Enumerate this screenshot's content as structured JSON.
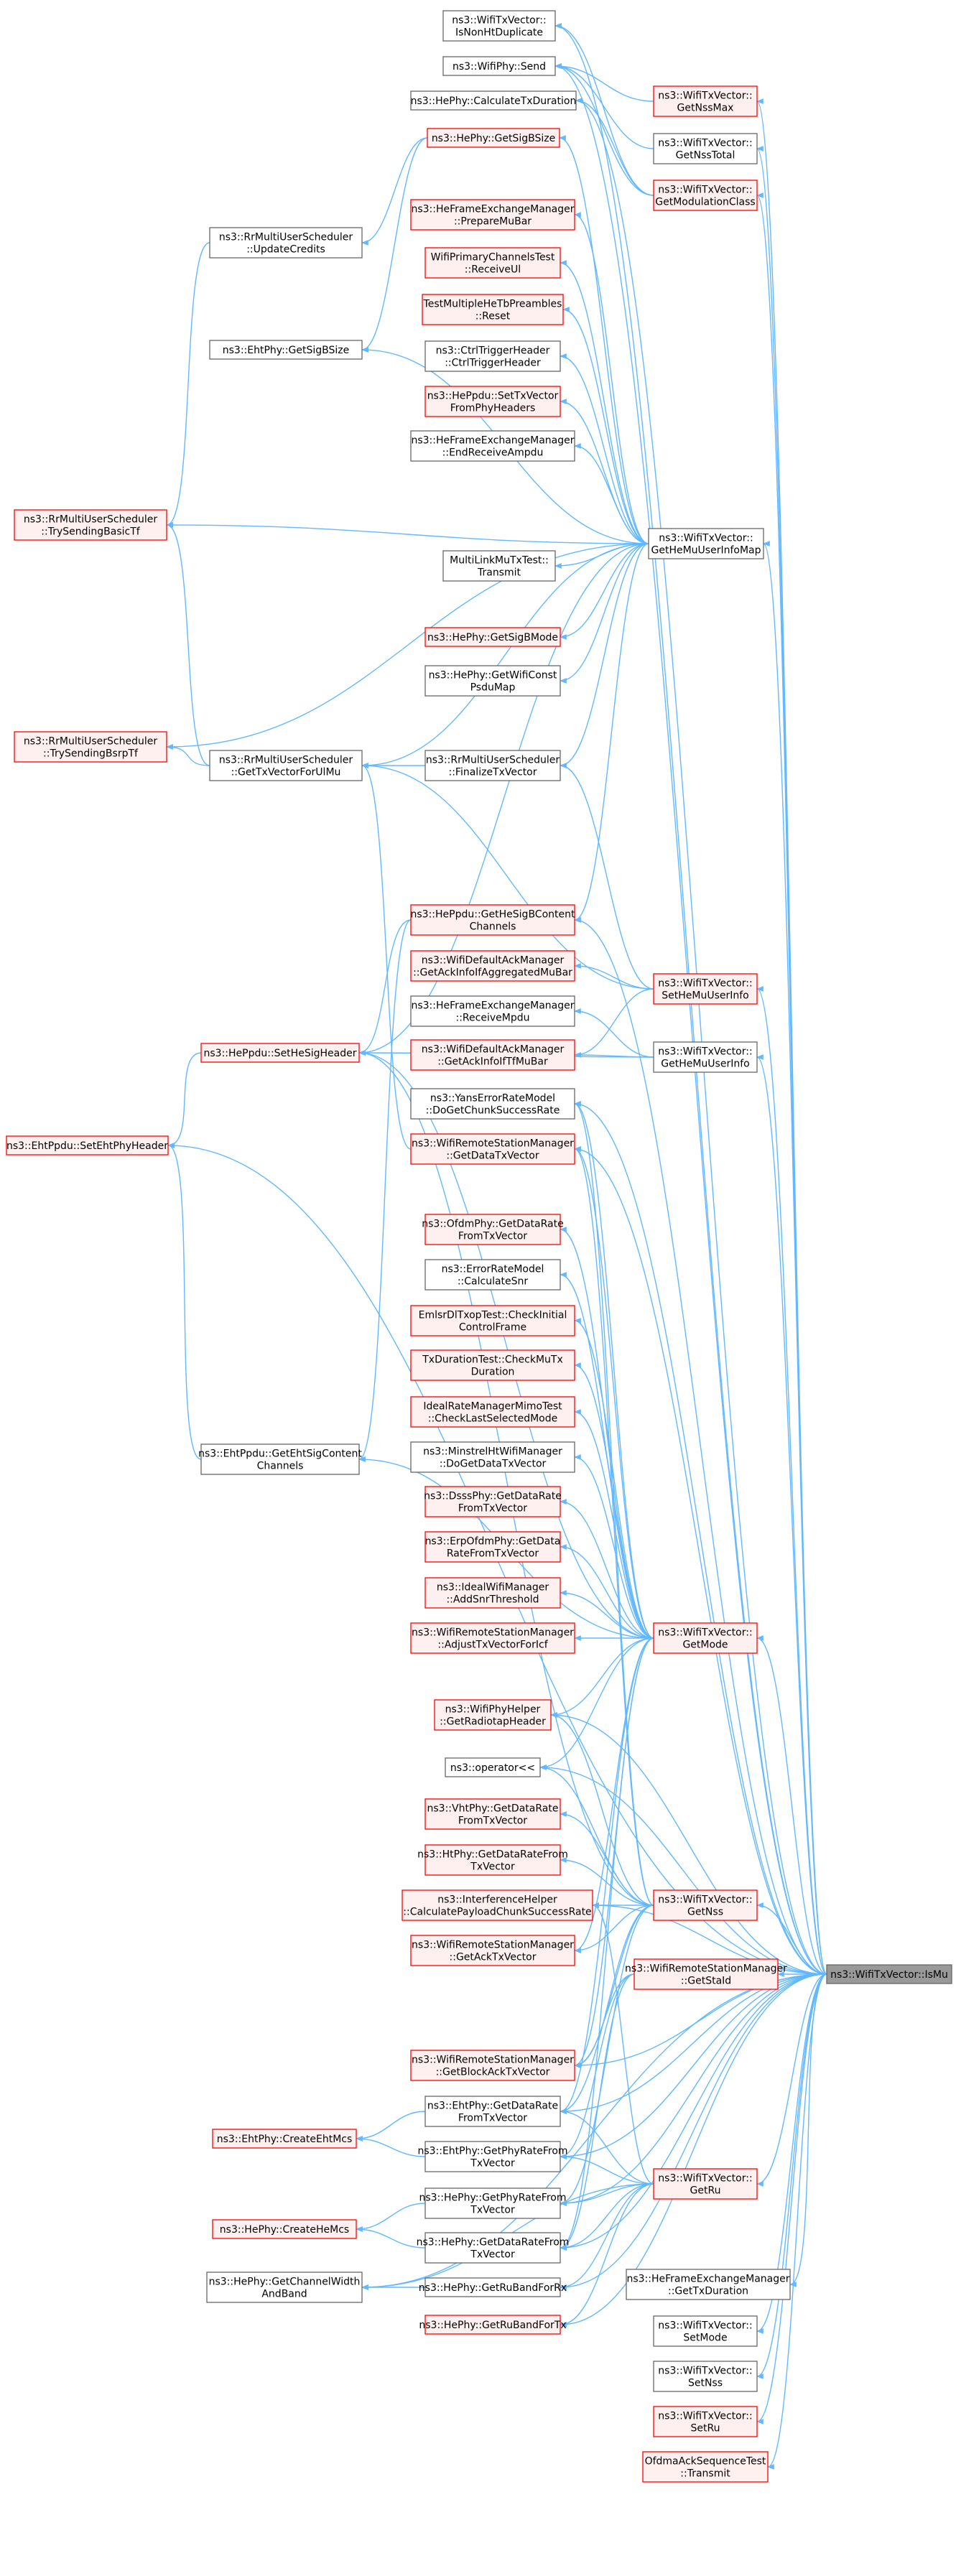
{
  "root": "ns3::WifiTxVector::IsMu",
  "colors": {
    "edge": "#63b8ff",
    "plain_border": "#666666",
    "plain_fill": "#ffffff",
    "red_border": "#ff0000",
    "red_fill": "#fff0f0",
    "root_border": "#666666",
    "root_fill": "#999999"
  },
  "nodes": [
    {
      "id": "isnonht",
      "lines": [
        "ns3::WifiTxVector::",
        "IsNonHtDuplicate"
      ],
      "style": "plain"
    },
    {
      "id": "wifiphysend",
      "lines": [
        "ns3::WifiPhy::Send"
      ],
      "style": "plain"
    },
    {
      "id": "getnssmax",
      "lines": [
        "ns3::WifiTxVector::",
        "GetNssMax"
      ],
      "style": "red"
    },
    {
      "id": "calctxdur",
      "lines": [
        "ns3::HePhy::CalculateTxDuration"
      ],
      "style": "plain"
    },
    {
      "id": "getnsstotal",
      "lines": [
        "ns3::WifiTxVector::",
        "GetNssTotal"
      ],
      "style": "plain"
    },
    {
      "id": "hegetsigbsize",
      "lines": [
        "ns3::HePhy::GetSigBSize"
      ],
      "style": "red"
    },
    {
      "id": "getmodclass",
      "lines": [
        "ns3::WifiTxVector::",
        "GetModulationClass"
      ],
      "style": "red"
    },
    {
      "id": "preparemubar",
      "lines": [
        "ns3::HeFrameExchangeManager",
        "::PrepareMuBar"
      ],
      "style": "red"
    },
    {
      "id": "updatecredits",
      "lines": [
        "ns3::RrMultiUserScheduler",
        "::UpdateCredits"
      ],
      "style": "plain"
    },
    {
      "id": "receiveul",
      "lines": [
        "WifiPrimaryChannelsTest",
        "::ReceiveUl"
      ],
      "style": "red"
    },
    {
      "id": "tmhtp",
      "lines": [
        "TestMultipleHeTbPreambles",
        "::Reset"
      ],
      "style": "red"
    },
    {
      "id": "ehtgetsigbsize",
      "lines": [
        "ns3::EhtPhy::GetSigBSize"
      ],
      "style": "plain"
    },
    {
      "id": "ctrltrig",
      "lines": [
        "ns3::CtrlTriggerHeader",
        "::CtrlTriggerHeader"
      ],
      "style": "plain"
    },
    {
      "id": "settxvector",
      "lines": [
        "ns3::HePpdu::SetTxVector",
        "FromPhyHeaders"
      ],
      "style": "red"
    },
    {
      "id": "endreceive",
      "lines": [
        "ns3::HeFrameExchangeManager",
        "::EndReceiveAmpdu"
      ],
      "style": "plain"
    },
    {
      "id": "trybasic",
      "lines": [
        "ns3::RrMultiUserScheduler",
        "::TrySendingBasicTf"
      ],
      "style": "red"
    },
    {
      "id": "getheuserinfo",
      "lines": [
        "ns3::WifiTxVector::",
        "GetHeMuUserInfoMap"
      ],
      "style": "plain"
    },
    {
      "id": "mlmutx",
      "lines": [
        "MultiLinkMuTxTest::",
        "Transmit"
      ],
      "style": "plain"
    },
    {
      "id": "getsigbmode",
      "lines": [
        "ns3::HePhy::GetSigBMode"
      ],
      "style": "red"
    },
    {
      "id": "getwificonst",
      "lines": [
        "ns3::HePhy::GetWifiConst",
        "PsduMap"
      ],
      "style": "plain"
    },
    {
      "id": "trybsrp",
      "lines": [
        "ns3::RrMultiUserScheduler",
        "::TrySendingBsrpTf"
      ],
      "style": "red"
    },
    {
      "id": "gettxvecul",
      "lines": [
        "ns3::RrMultiUserScheduler",
        "::GetTxVectorForUlMu"
      ],
      "style": "plain"
    },
    {
      "id": "finalize",
      "lines": [
        "ns3::RrMultiUserScheduler",
        "::FinalizeTxVector"
      ],
      "style": "plain"
    },
    {
      "id": "gethesigb",
      "lines": [
        "ns3::HePpdu::GetHeSigBContent",
        "Channels"
      ],
      "style": "red"
    },
    {
      "id": "getackinfo",
      "lines": [
        "ns3::WifiDefaultAckManager",
        "::GetAckInfoIfAggregatedMuBar"
      ],
      "style": "red"
    },
    {
      "id": "sethemuuser",
      "lines": [
        "ns3::WifiTxVector::",
        "SetHeMuUserInfo"
      ],
      "style": "red"
    },
    {
      "id": "receivempdu",
      "lines": [
        "ns3::HeFrameExchangeManager",
        "::ReceiveMpdu"
      ],
      "style": "plain"
    },
    {
      "id": "sethesig",
      "lines": [
        "ns3::HePpdu::SetHeSigHeader"
      ],
      "style": "red"
    },
    {
      "id": "getackinfotf",
      "lines": [
        "ns3::WifiDefaultAckManager",
        "::GetAckInfoIfTfMuBar"
      ],
      "style": "red"
    },
    {
      "id": "gethemuuser",
      "lines": [
        "ns3::WifiTxVector::",
        "GetHeMuUserInfo"
      ],
      "style": "plain"
    },
    {
      "id": "yanserr",
      "lines": [
        "ns3::YansErrorRateModel",
        "::DoGetChunkSuccessRate"
      ],
      "style": "plain"
    },
    {
      "id": "setehtphy",
      "lines": [
        "ns3::EhtPpdu::SetEhtPhyHeader"
      ],
      "style": "red"
    },
    {
      "id": "getdatatx",
      "lines": [
        "ns3::WifiRemoteStationManager",
        "::GetDataTxVector"
      ],
      "style": "red"
    },
    {
      "id": "ofdmdr",
      "lines": [
        "ns3::OfdmPhy::GetDataRate",
        "FromTxVector"
      ],
      "style": "red"
    },
    {
      "id": "calcsnr",
      "lines": [
        "ns3::ErrorRateModel",
        "::CalculateSnr"
      ],
      "style": "plain"
    },
    {
      "id": "emlsr",
      "lines": [
        "EmlsrDlTxopTest::CheckInitial",
        "ControlFrame"
      ],
      "style": "red"
    },
    {
      "id": "txdurtest",
      "lines": [
        "TxDurationTest::CheckMuTx",
        "Duration"
      ],
      "style": "red"
    },
    {
      "id": "idealmimo",
      "lines": [
        "IdealRateManagerMimoTest",
        "::CheckLastSelectedMode"
      ],
      "style": "red"
    },
    {
      "id": "minstrel",
      "lines": [
        "ns3::MinstrelHtWifiManager",
        "::DoGetDataTxVector"
      ],
      "style": "plain"
    },
    {
      "id": "dsssdr",
      "lines": [
        "ns3::DsssPhy::GetDataRate",
        "FromTxVector"
      ],
      "style": "red"
    },
    {
      "id": "erpofdm",
      "lines": [
        "ns3::ErpOfdmPhy::GetData",
        "RateFromTxVector"
      ],
      "style": "red"
    },
    {
      "id": "idealsnr",
      "lines": [
        "ns3::IdealWifiManager",
        "::AddSnrThreshold"
      ],
      "style": "red"
    },
    {
      "id": "ehtsigcont",
      "lines": [
        "ns3::EhtPpdu::GetEhtSigContent",
        "Channels"
      ],
      "style": "plain"
    },
    {
      "id": "adjusttx",
      "lines": [
        "ns3::WifiRemoteStationManager",
        "::AdjustTxVectorForIcf"
      ],
      "style": "red"
    },
    {
      "id": "getmode",
      "lines": [
        "ns3::WifiTxVector::",
        "GetMode"
      ],
      "style": "red"
    },
    {
      "id": "radiotap",
      "lines": [
        "ns3::WifiPhyHelper",
        "::GetRadiotapHeader"
      ],
      "style": "red"
    },
    {
      "id": "operator",
      "lines": [
        "ns3::operator<<"
      ],
      "style": "plain"
    },
    {
      "id": "vhtdr",
      "lines": [
        "ns3::VhtPhy::GetDataRate",
        "FromTxVector"
      ],
      "style": "red"
    },
    {
      "id": "htdr",
      "lines": [
        "ns3::HtPhy::GetDataRateFrom",
        "TxVector"
      ],
      "style": "red"
    },
    {
      "id": "interf",
      "lines": [
        "ns3::InterferenceHelper",
        "::CalculatePayloadChunkSuccessRate"
      ],
      "style": "red"
    },
    {
      "id": "getnss",
      "lines": [
        "ns3::WifiTxVector::",
        "GetNss"
      ],
      "style": "red"
    },
    {
      "id": "getacktx",
      "lines": [
        "ns3::WifiRemoteStationManager",
        "::GetAckTxVector"
      ],
      "style": "red"
    },
    {
      "id": "getstaid",
      "lines": [
        "ns3::WifiRemoteStationManager",
        "::GetStaId"
      ],
      "style": "red"
    },
    {
      "id": "ismu",
      "lines": [
        "ns3::WifiTxVector::IsMu"
      ],
      "style": "root"
    },
    {
      "id": "getblockack",
      "lines": [
        "ns3::WifiRemoteStationManager",
        "::GetBlockAckTxVector"
      ],
      "style": "red"
    },
    {
      "id": "ehtdr",
      "lines": [
        "ns3::EhtPhy::GetDataRate",
        "FromTxVector"
      ],
      "style": "plain"
    },
    {
      "id": "createeht",
      "lines": [
        "ns3::EhtPhy::CreateEhtMcs"
      ],
      "style": "red"
    },
    {
      "id": "ehtpr",
      "lines": [
        "ns3::EhtPhy::GetPhyRateFrom",
        "TxVector"
      ],
      "style": "plain"
    },
    {
      "id": "getru",
      "lines": [
        "ns3::WifiTxVector::",
        "GetRu"
      ],
      "style": "red"
    },
    {
      "id": "hepr",
      "lines": [
        "ns3::HePhy::GetPhyRateFrom",
        "TxVector"
      ],
      "style": "plain"
    },
    {
      "id": "createhe",
      "lines": [
        "ns3::HePhy::CreateHeMcs"
      ],
      "style": "red"
    },
    {
      "id": "hedr",
      "lines": [
        "ns3::HePhy::GetDataRateFrom",
        "TxVector"
      ],
      "style": "plain"
    },
    {
      "id": "chwidth",
      "lines": [
        "ns3::HePhy::GetChannelWidth",
        "AndBand"
      ],
      "style": "plain"
    },
    {
      "id": "rubandrx",
      "lines": [
        "ns3::HePhy::GetRuBandForRx"
      ],
      "style": "plain"
    },
    {
      "id": "rubandtx",
      "lines": [
        "ns3::HePhy::GetRuBandForTx"
      ],
      "style": "red"
    },
    {
      "id": "hegettxdur",
      "lines": [
        "ns3::HeFrameExchangeManager",
        "::GetTxDuration"
      ],
      "style": "plain"
    },
    {
      "id": "setmode",
      "lines": [
        "ns3::WifiTxVector::",
        "SetMode"
      ],
      "style": "plain"
    },
    {
      "id": "setnss",
      "lines": [
        "ns3::WifiTxVector::",
        "SetNss"
      ],
      "style": "plain"
    },
    {
      "id": "setru",
      "lines": [
        "ns3::WifiTxVector::",
        "SetRu"
      ],
      "style": "red"
    },
    {
      "id": "ofdmaack",
      "lines": [
        "OfdmaAckSequenceTest",
        "::Transmit"
      ],
      "style": "red"
    }
  ]
}
